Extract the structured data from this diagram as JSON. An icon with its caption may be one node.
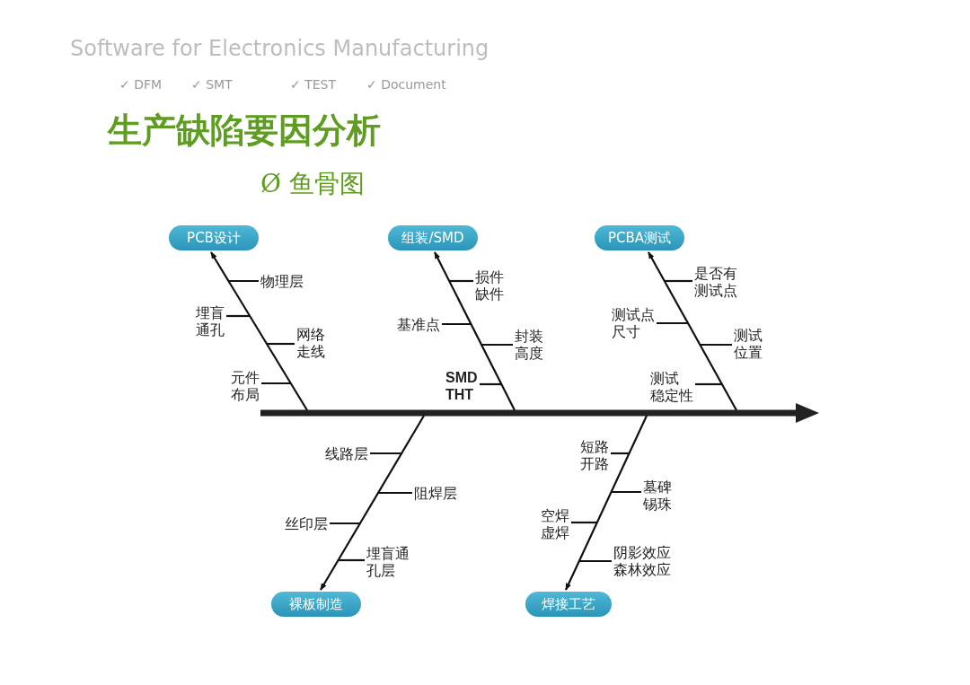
{
  "diagram": {
    "title": "生产缺陷要因分析",
    "nodes": [
      {
        "text": [
          "PCB设计"
        ]
      },
      {
        "text": [
          "物理层"
        ]
      },
      {
        "text": [
          "埋盲通孔"
        ]
      },
      {
        "text": [
          "网络走线"
        ]
      },
      {
        "text": [
          "元件布局"
        ]
      },
      {
        "text": [
          "组装/SMD"
        ]
      },
      {
        "text": [
          "损件缺件"
        ]
      },
      {
        "text": [
          "基准点"
        ]
      },
      {
        "text": [
          "封装高度"
        ]
      },
      {
        "text": [
          "SMD THT"
        ]
      },
      {
        "text": [
          "PCBA测试"
        ]
      },
      {
        "text": [
          "是否有测试点"
        ]
      },
      {
        "text": [
          "测试点尺寸"
        ]
      },
      {
        "text": [
          "测试位置"
        ]
      },
      {
        "text": [
          "测试稳定性"
        ]
      },
      {
        "text": [
          "线路层"
        ]
      },
      {
        "text": [
          "阻焊层"
        ]
      },
      {
        "text": [
          "丝印层"
        ]
      },
      {
        "text": [
          "埋盲通孔层"
        ]
      },
      {
        "text": [
          "裸板制造"
        ]
      },
      {
        "text": [
          "短路开路"
        ]
      },
      {
        "text": [
          "墓碑锡珠"
        ]
      },
      {
        "text": [
          "空焊虚焊"
        ]
      },
      {
        "text": [
          "阴影效应森林效应"
        ]
      },
      {
        "text": [
          "焊接工艺"
        ]
      },
      {
        "text": [],
        "shape": "arrow"
      }
    ],
    "edges": [
      {
        "from": 25,
        "to": 0,
        "arrow": "to"
      },
      {
        "from": 1,
        "to": null,
        "arrow": "none"
      },
      {
        "from": 2,
        "to": null,
        "arrow": "none"
      },
      {
        "from": 3,
        "to": null,
        "arrow": "none"
      },
      {
        "from": 4,
        "to": null,
        "arrow": "none"
      },
      {
        "from": 25,
        "to": 5,
        "arrow": "to"
      },
      {
        "from": 6,
        "to": null,
        "arrow": "none"
      },
      {
        "from": 7,
        "to": null,
        "arrow": "none"
      },
      {
        "from": 8,
        "to": null,
        "arrow": "none"
      },
      {
        "from": 9,
        "to": null,
        "arrow": "none"
      },
      {
        "from": 25,
        "to": 10,
        "arrow": "to"
      },
      {
        "from": 11,
        "to": null,
        "arrow": "none"
      },
      {
        "from": 12,
        "to": null,
        "arrow": "none"
      },
      {
        "from": 13,
        "to": null,
        "arrow": "none"
      },
      {
        "from": 14,
        "to": null,
        "arrow": "none"
      },
      {
        "from": 15,
        "to": null,
        "arrow": "none"
      },
      {
        "from": 16,
        "to": null,
        "arrow": "none"
      },
      {
        "from": 17,
        "to": null,
        "arrow": "none"
      },
      {
        "from": 18,
        "to": null,
        "arrow": "none"
      },
      {
        "from": 25,
        "to": 19,
        "arrow": "to"
      },
      {
        "from": 20,
        "to": null,
        "arrow": "none"
      },
      {
        "from": 21,
        "to": null,
        "arrow": "none"
      },
      {
        "from": 22,
        "to": null,
        "arrow": "none"
      },
      {
        "from": 23,
        "to": null,
        "arrow": "none"
      },
      {
        "from": 25,
        "to": 24,
        "arrow": "to"
      }
    ],
    "labels": [
      "Software for Electronics Manufacturing",
      "✓ DFM",
      "✓ SMT",
      "✓ TEST",
      "✓ Document",
      "Ø 鱼骨图"
    ]
  }
}
